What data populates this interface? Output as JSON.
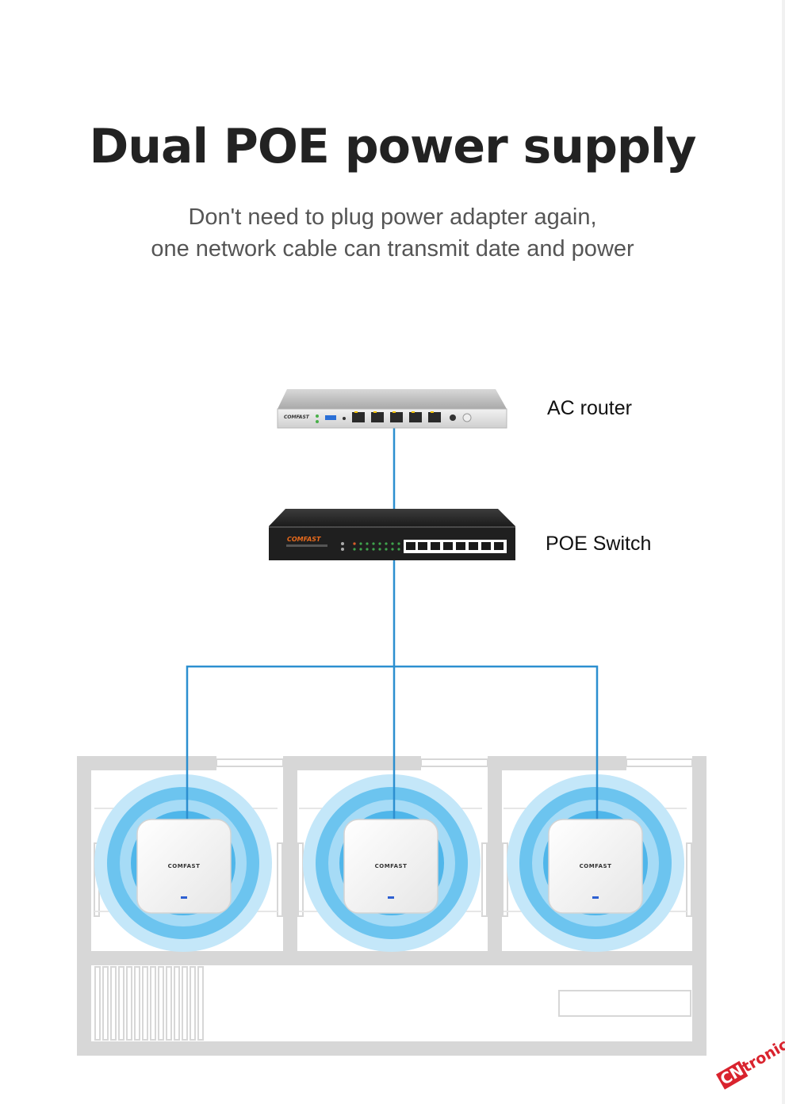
{
  "header": {
    "title": "Dual POE power supply",
    "subtitle_line1": "Don't need to plug power adapter again,",
    "subtitle_line2": "one network cable can transmit date and power"
  },
  "devices": {
    "router_label": "AC router",
    "switch_label": "POE Switch",
    "router_brand": "COMFAST",
    "switch_brand": "COMFAST"
  },
  "access_points": [
    {
      "brand": "COMFAST"
    },
    {
      "brand": "COMFAST"
    },
    {
      "brand": "COMFAST"
    }
  ],
  "watermark": {
    "part1": "CN",
    "part2": "tronic"
  },
  "colors": {
    "cable": "#2c8fd0",
    "signal_outer": "#bfe4f8",
    "signal_inner": "#4fb6ea",
    "wall": "#d7d7d7",
    "title": "#222222"
  }
}
